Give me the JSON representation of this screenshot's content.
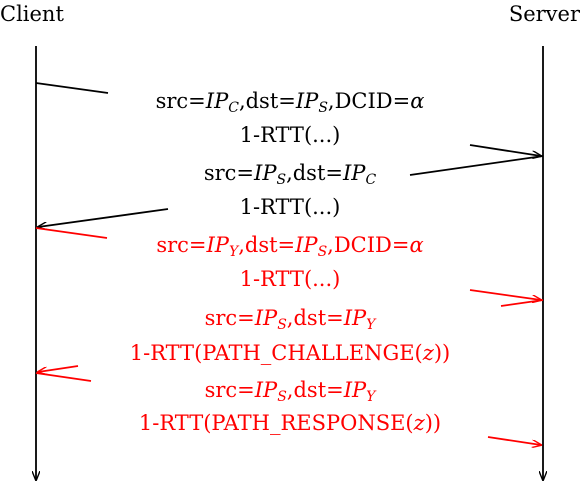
{
  "parties": {
    "client": "Client",
    "server": "Server"
  },
  "colors": {
    "normal": "#000000",
    "migration": "#ff0000"
  },
  "messages": [
    {
      "direction": "client-to-server",
      "color": "black",
      "src_label": "src=",
      "src_ip": "IP",
      "src_sub": "C",
      "dst_label": ",dst=",
      "dst_ip": "IP",
      "dst_sub": "S",
      "dcid_label": ",DCID=",
      "dcid_value": "α",
      "payload": "1-RTT(...)"
    },
    {
      "direction": "server-to-client",
      "color": "black",
      "src_label": "src=",
      "src_ip": "IP",
      "src_sub": "S",
      "dst_label": ",dst=",
      "dst_ip": "IP",
      "dst_sub": "C",
      "payload": "1-RTT(...)"
    },
    {
      "direction": "client-to-server",
      "color": "red",
      "src_label": "src=",
      "src_ip": "IP",
      "src_sub": "Y",
      "dst_label": ",dst=",
      "dst_ip": "IP",
      "dst_sub": "S",
      "dcid_label": ",DCID=",
      "dcid_value": "α",
      "payload": "1-RTT(...)"
    },
    {
      "direction": "server-to-client",
      "color": "red",
      "src_label": "src=",
      "src_ip": "IP",
      "src_sub": "S",
      "dst_label": ",dst=",
      "dst_ip": "IP",
      "dst_sub": "Y",
      "payload_prefix": "1-RTT(PATH_CHALLENGE(",
      "payload_var": "z",
      "payload_suffix": "))"
    },
    {
      "direction": "client-to-server",
      "color": "red",
      "src_label": "src=",
      "src_ip": "IP",
      "src_sub": "S",
      "dst_label": ",dst=",
      "dst_ip": "IP",
      "dst_sub": "Y",
      "payload_prefix": "1-RTT(PATH_RESPONSE(",
      "payload_var": "z",
      "payload_suffix": "))"
    }
  ]
}
